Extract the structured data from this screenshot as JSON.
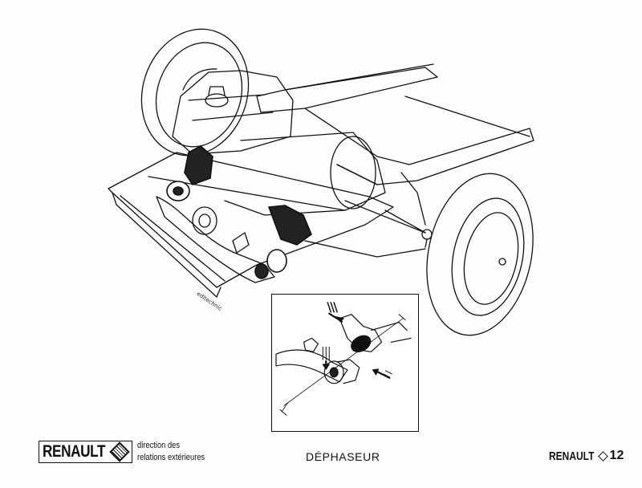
{
  "figure": {
    "illustrator_credit": "editechnic",
    "caption": "DÉPHASEUR"
  },
  "footer": {
    "brand_left": "RENAULT",
    "department_line1": "direction des",
    "department_line2": "relations extérieures",
    "brand_right_word": "RENAULT",
    "model_number": "12"
  }
}
